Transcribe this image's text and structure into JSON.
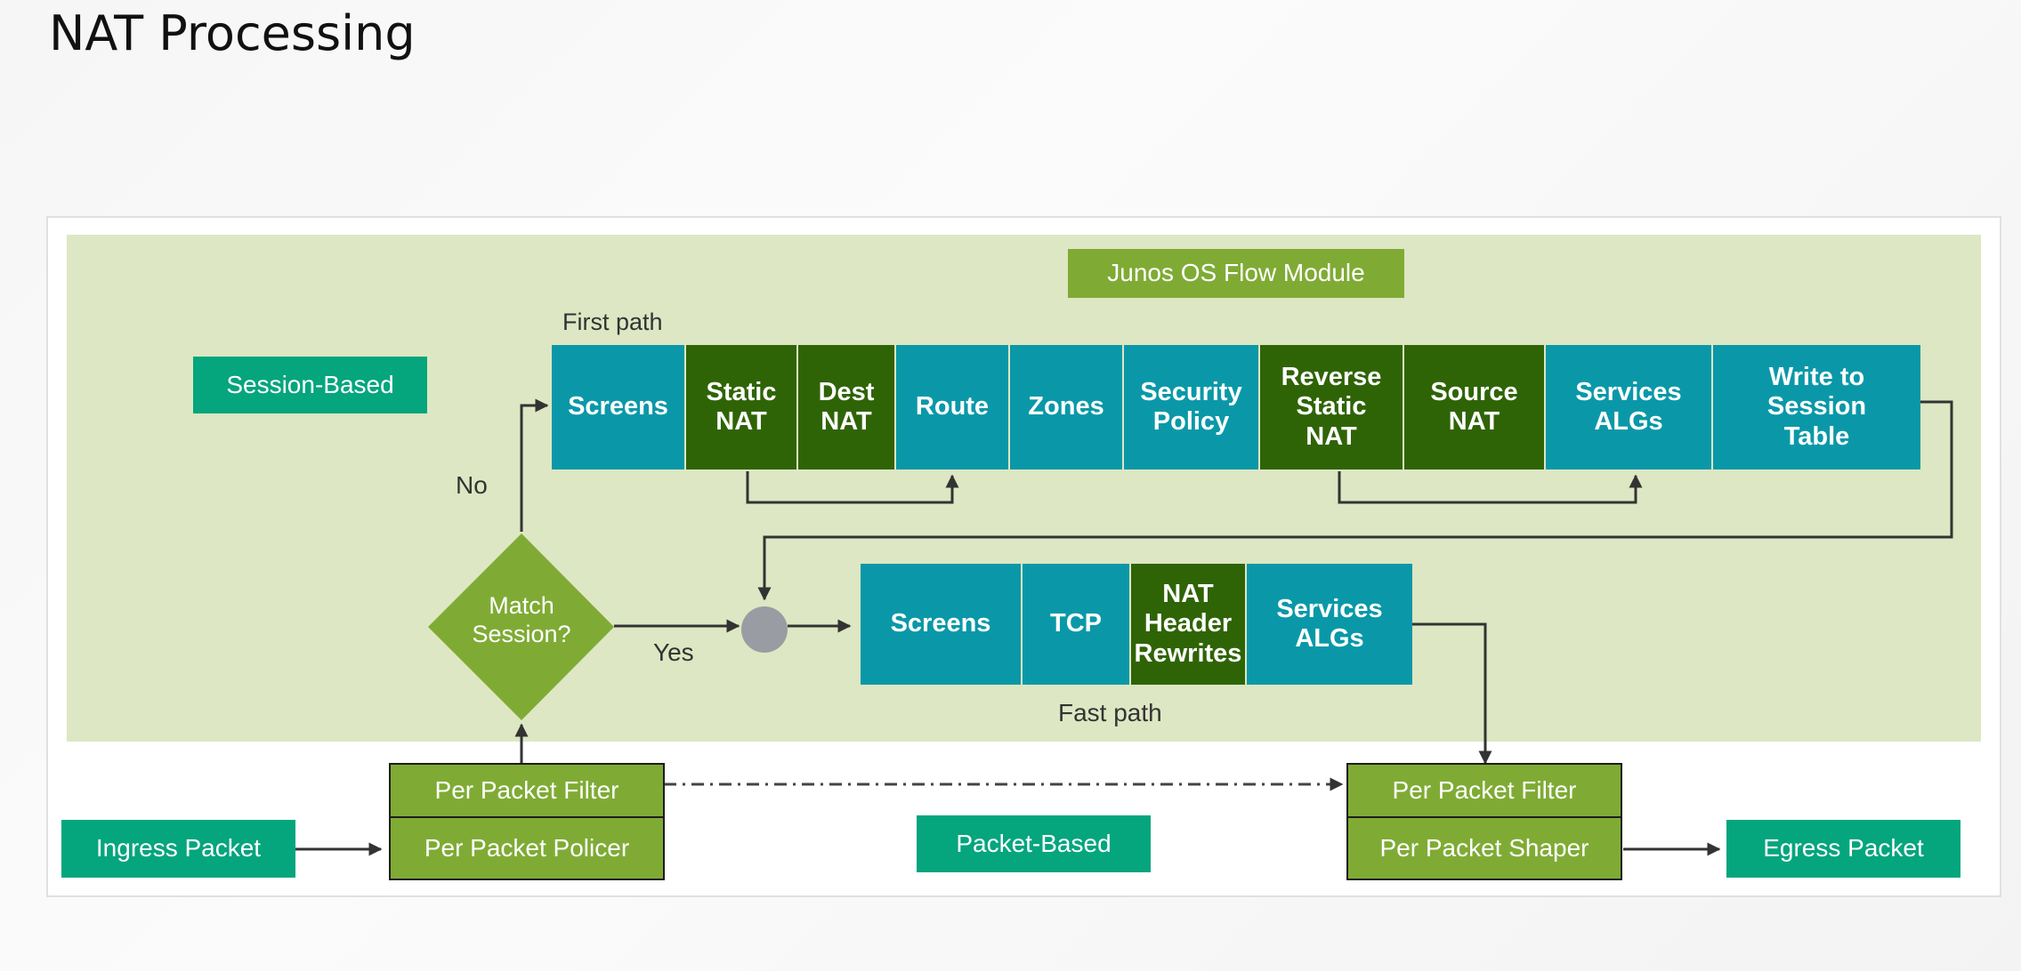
{
  "title": "NAT Processing",
  "labels": {
    "flow_module": "Junos OS Flow Module",
    "session_based": "Session-Based",
    "packet_based": "Packet-Based",
    "first_path": "First path",
    "fast_path": "Fast path",
    "no": "No",
    "yes": "Yes",
    "match_session": "Match\nSession?"
  },
  "first_path": [
    {
      "label": "Screens",
      "kind": "teal"
    },
    {
      "label": "Static\nNAT",
      "kind": "dark"
    },
    {
      "label": "Dest\nNAT",
      "kind": "dark"
    },
    {
      "label": "Route",
      "kind": "teal"
    },
    {
      "label": "Zones",
      "kind": "teal"
    },
    {
      "label": "Security\nPolicy",
      "kind": "teal"
    },
    {
      "label": "Reverse\nStatic\nNAT",
      "kind": "dark"
    },
    {
      "label": "Source\nNAT",
      "kind": "dark"
    },
    {
      "label": "Services\nALGs",
      "kind": "teal"
    },
    {
      "label": "Write to\nSession\nTable",
      "kind": "teal"
    }
  ],
  "fast_path": [
    {
      "label": "Screens",
      "kind": "teal"
    },
    {
      "label": "TCP",
      "kind": "teal"
    },
    {
      "label": "NAT\nHeader\nRewrites",
      "kind": "dark"
    },
    {
      "label": "Services\nALGs",
      "kind": "teal"
    }
  ],
  "ingress": {
    "packet": "Ingress Packet",
    "filter": "Per Packet Filter",
    "policer": "Per Packet Policer"
  },
  "egress": {
    "packet": "Egress Packet",
    "filter": "Per Packet Filter",
    "shaper": "Per Packet Shaper"
  },
  "colors": {
    "teal": "#0a98a8",
    "dark_green": "#2f6406",
    "sea_green": "#05a57e",
    "lime": "#7fab35",
    "zone_bg": "#dde7c3"
  }
}
